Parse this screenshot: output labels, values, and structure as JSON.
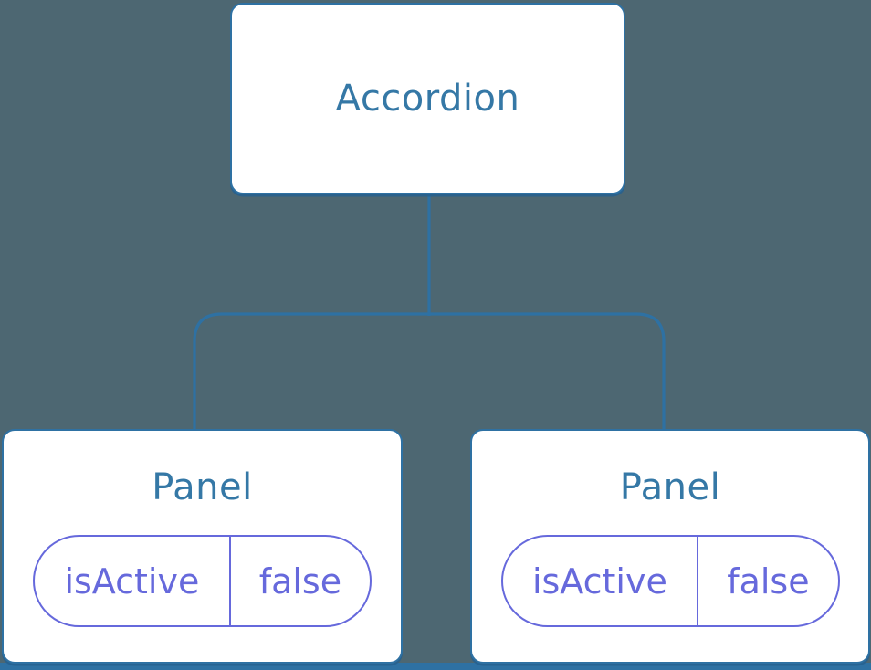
{
  "diagram": {
    "root": {
      "label": "Accordion"
    },
    "children": [
      {
        "label": "Panel",
        "props": [
          {
            "name": "isActive",
            "value": "false"
          }
        ]
      },
      {
        "label": "Panel",
        "props": [
          {
            "name": "isActive",
            "value": "false"
          }
        ]
      }
    ]
  },
  "colors": {
    "background": "#4D6772",
    "node_fill": "#FFFFFF",
    "node_border": "#2E71A3",
    "node_text": "#3578A6",
    "connector": "#2E71A3",
    "prop_accent": "#6669DC",
    "bottom_bar": "#2E71A3"
  }
}
